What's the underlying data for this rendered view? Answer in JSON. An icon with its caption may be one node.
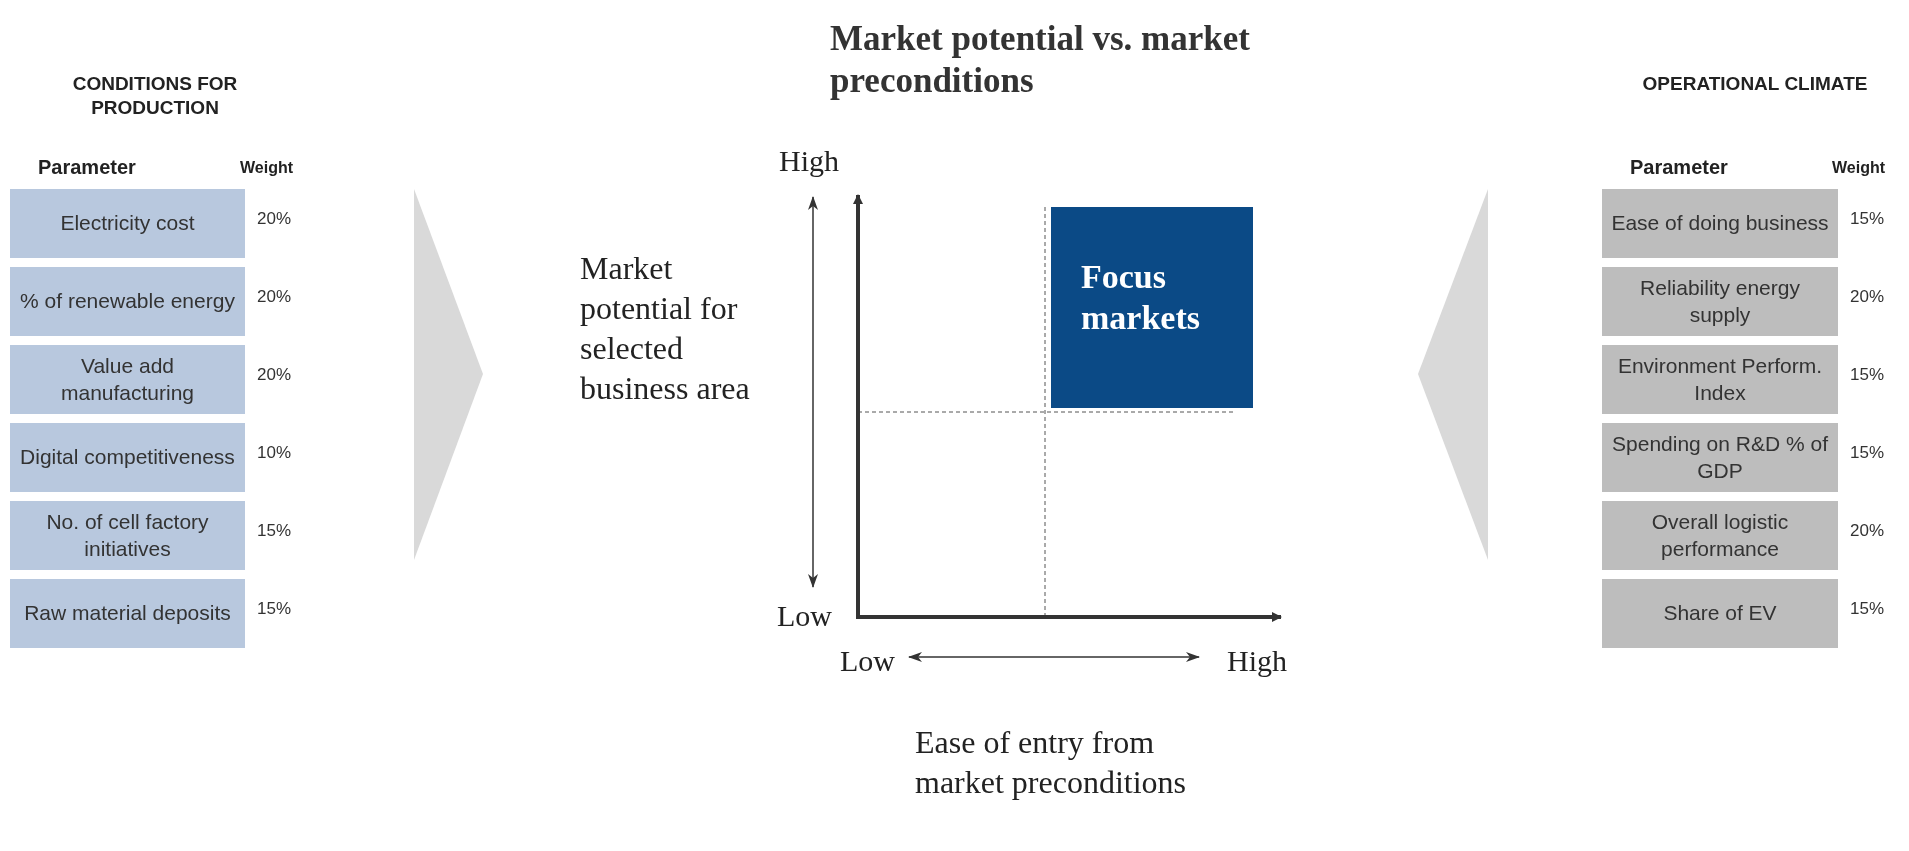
{
  "diagram": {
    "title": "Market potential vs. market preconditions",
    "nodes": [
      {
        "text": [
          "Electricity cost"
        ],
        "beside": [
          "20%"
        ]
      },
      {
        "text": [
          "% of renewable energy"
        ],
        "beside": [
          "20%"
        ]
      },
      {
        "text": [
          "Value add manufacturing"
        ],
        "beside": [
          "20%"
        ]
      },
      {
        "text": [
          "Digital competitiveness"
        ],
        "beside": [
          "10%"
        ]
      },
      {
        "text": [
          "No. of cell factory initiatives"
        ],
        "beside": [
          "15%"
        ]
      },
      {
        "text": [
          "Raw material deposits"
        ],
        "beside": [
          "15%"
        ]
      },
      {
        "text": [
          "Focus markets"
        ]
      },
      {
        "text": [
          "Ease of doing business"
        ],
        "beside": [
          "15%"
        ]
      },
      {
        "text": [
          "Reliability energy supply"
        ],
        "beside": [
          "20%"
        ]
      },
      {
        "text": [
          "Environment Perform. Index"
        ],
        "beside": [
          "15%"
        ]
      },
      {
        "text": [
          "Spending on R&D % of GDP"
        ],
        "beside": [
          "15%"
        ]
      },
      {
        "text": [
          "Overall logistic performance"
        ],
        "beside": [
          "20%"
        ]
      },
      {
        "text": [
          "Share of EV"
        ],
        "beside": [
          "15%"
        ]
      }
    ],
    "labels": [
      "CONDITIONS FOR PRODUCTION",
      "Parameter",
      "Weight",
      "OPERATIONAL CLIMATE",
      "Parameter",
      "Weight",
      "High",
      "Market potential for selected business area",
      "Low",
      "Low",
      "High",
      "Ease of entry from market preconditions"
    ]
  }
}
